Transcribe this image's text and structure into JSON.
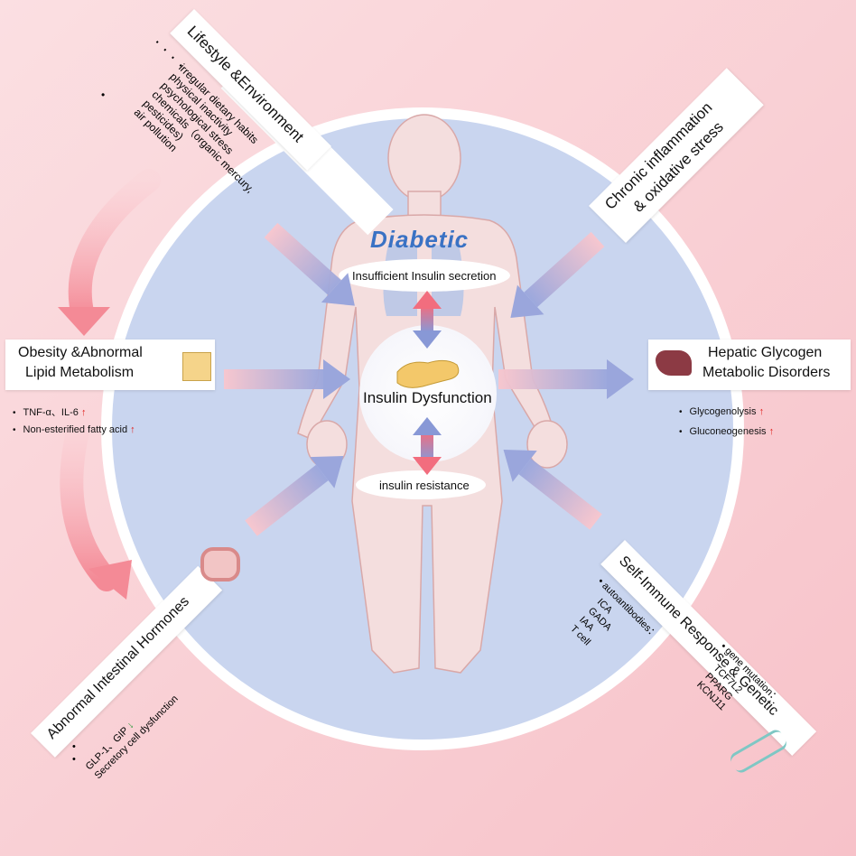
{
  "center": {
    "title": "Diabetic",
    "top_ellipse": "Insufficient Insulin secretion",
    "core": "Insulin Dysfunction",
    "bottom_ellipse": "insulin resistance"
  },
  "obesity": {
    "title_line1": "Obesity &Abnormal",
    "title_line2": "Lipid Metabolism",
    "bullets": [
      {
        "text": "TNF-α、IL-6",
        "mark": "↑"
      },
      {
        "text": "Non-esterified fatty acid",
        "mark": "↑"
      }
    ]
  },
  "hepatic": {
    "title_line1": "Hepatic Glycogen",
    "title_line2": "Metabolic Disorders",
    "bullets": [
      {
        "text": "Glycogenolysis",
        "mark": "↑"
      },
      {
        "text": "Gluconeogenesis",
        "mark": "↑"
      }
    ]
  },
  "lifestyle": {
    "title": "Lifestyle &Environment",
    "ellipsis": "· · · ·",
    "items": [
      "irregular dietary habits",
      "physical inactivity",
      "psychological stress",
      "chemicals（organic mercury,",
      "pesticides)",
      "air pollution"
    ]
  },
  "chronic": {
    "line1": "Chronic inflammation",
    "line2": "& oxidative stress"
  },
  "intestinal": {
    "title": "Abnormal Intestinal Hormones",
    "items": [
      "GLP-1、GIP",
      "Secretory cell dysfunction"
    ],
    "mark": "↓"
  },
  "immune": {
    "title": "Self-Immune Response & Genetic",
    "auto_label": "autoantibodies：",
    "auto_items": [
      "ICA",
      "GADA",
      "IAA",
      "T cell"
    ],
    "gene_label": "gene mutation：",
    "gene_items": [
      "TCF7L2",
      "PPARG",
      "KCNJ11"
    ]
  }
}
